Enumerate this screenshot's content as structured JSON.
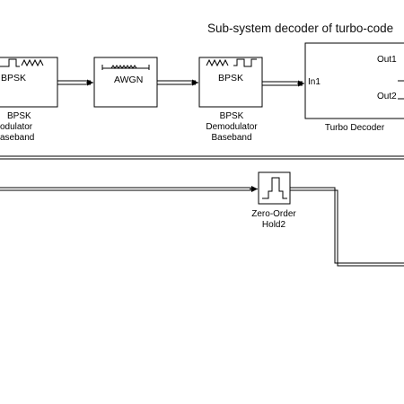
{
  "diagram": {
    "title": "Sub-system decoder of turbo-code",
    "blocks": {
      "mod": {
        "text": "BPSK",
        "caption": [
          "BPSK",
          "odulator",
          "aseband"
        ],
        "icon": "waveform-icon"
      },
      "awgn": {
        "text": "AWGN",
        "icon": "noise-channel-icon"
      },
      "demod": {
        "text": "BPSK",
        "caption": [
          "BPSK",
          "Demodulator",
          "Baseband"
        ],
        "icon": "waveform-icon"
      },
      "turbo": {
        "in_port": "In1",
        "out_ports": [
          "Out1",
          "Out2"
        ],
        "caption": "Turbo Decoder"
      },
      "zoh": {
        "caption": [
          "Zero-Order",
          "Hold2"
        ],
        "icon": "step-icon"
      }
    }
  }
}
